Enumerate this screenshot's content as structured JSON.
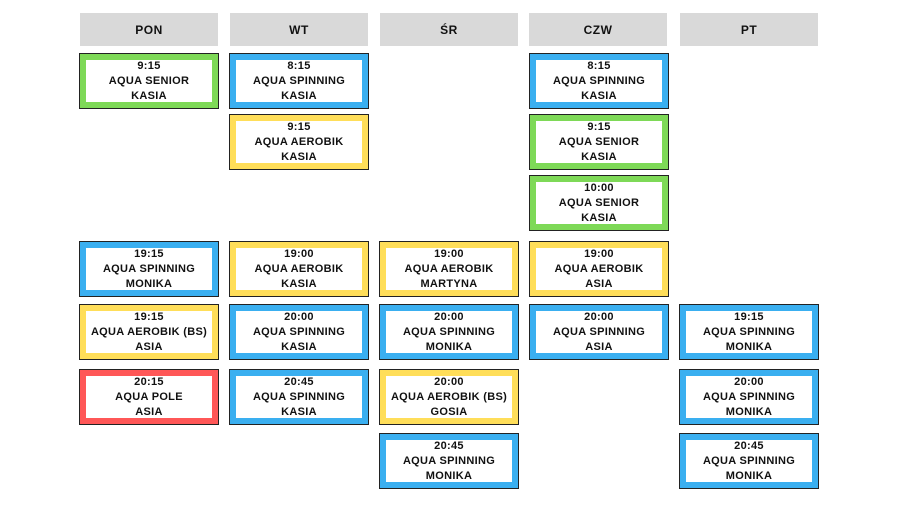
{
  "colors": {
    "blue": "#3aaff0",
    "green": "#7ed957",
    "yellow": "#ffde59",
    "red": "#ff5757",
    "header_bg": "#d9d9d9"
  },
  "days": [
    {
      "name": "PON",
      "classes": [
        {
          "time": "9:15",
          "name": "AQUA SENIOR",
          "instructor": "KASIA",
          "color": "green",
          "slot": 0
        },
        {
          "time": "19:15",
          "name": "AQUA SPINNING",
          "instructor": "MONIKA",
          "color": "blue",
          "slot": 3
        },
        {
          "time": "19:15",
          "name": "AQUA AEROBIK (BS)",
          "instructor": "ASIA",
          "color": "yellow",
          "slot": 4
        },
        {
          "time": "20:15",
          "name": "AQUA POLE",
          "instructor": "ASIA",
          "color": "red",
          "slot": 5
        }
      ]
    },
    {
      "name": "WT",
      "classes": [
        {
          "time": "8:15",
          "name": "AQUA SPINNING",
          "instructor": "KASIA",
          "color": "blue",
          "slot": 0
        },
        {
          "time": "9:15",
          "name": "AQUA AEROBIK",
          "instructor": "KASIA",
          "color": "yellow",
          "slot": 1
        },
        {
          "time": "19:00",
          "name": "AQUA AEROBIK",
          "instructor": "KASIA",
          "color": "yellow",
          "slot": 3
        },
        {
          "time": "20:00",
          "name": "AQUA SPINNING",
          "instructor": "KASIA",
          "color": "blue",
          "slot": 4
        },
        {
          "time": "20:45",
          "name": "AQUA SPINNING",
          "instructor": "KASIA",
          "color": "blue",
          "slot": 5
        }
      ]
    },
    {
      "name": "ŚR",
      "classes": [
        {
          "time": "19:00",
          "name": "AQUA AEROBIK",
          "instructor": "MARTYNA",
          "color": "yellow",
          "slot": 3
        },
        {
          "time": "20:00",
          "name": "AQUA SPINNING",
          "instructor": "MONIKA",
          "color": "blue",
          "slot": 4
        },
        {
          "time": "20:00",
          "name": "AQUA AEROBIK (BS)",
          "instructor": "GOSIA",
          "color": "yellow",
          "slot": 5
        },
        {
          "time": "20:45",
          "name": "AQUA SPINNING",
          "instructor": "MONIKA",
          "color": "blue",
          "slot": 6
        }
      ]
    },
    {
      "name": "CZW",
      "classes": [
        {
          "time": "8:15",
          "name": "AQUA SPINNING",
          "instructor": "KASIA",
          "color": "blue",
          "slot": 0
        },
        {
          "time": "9:15",
          "name": "AQUA SENIOR",
          "instructor": "KASIA",
          "color": "green",
          "slot": 1
        },
        {
          "time": "10:00",
          "name": "AQUA SENIOR",
          "instructor": "KASIA",
          "color": "green",
          "slot": 2
        },
        {
          "time": "19:00",
          "name": "AQUA AEROBIK",
          "instructor": "ASIA",
          "color": "yellow",
          "slot": 3
        },
        {
          "time": "20:00",
          "name": "AQUA SPINNING",
          "instructor": "ASIA",
          "color": "blue",
          "slot": 4
        }
      ]
    },
    {
      "name": "PT",
      "classes": [
        {
          "time": "19:15",
          "name": "AQUA SPINNING",
          "instructor": "MONIKA",
          "color": "blue",
          "slot": 4
        },
        {
          "time": "20:00",
          "name": "AQUA SPINNING",
          "instructor": "MONIKA",
          "color": "blue",
          "slot": 5
        },
        {
          "time": "20:45",
          "name": "AQUA SPINNING",
          "instructor": "MONIKA",
          "color": "blue",
          "slot": 6
        }
      ]
    }
  ]
}
